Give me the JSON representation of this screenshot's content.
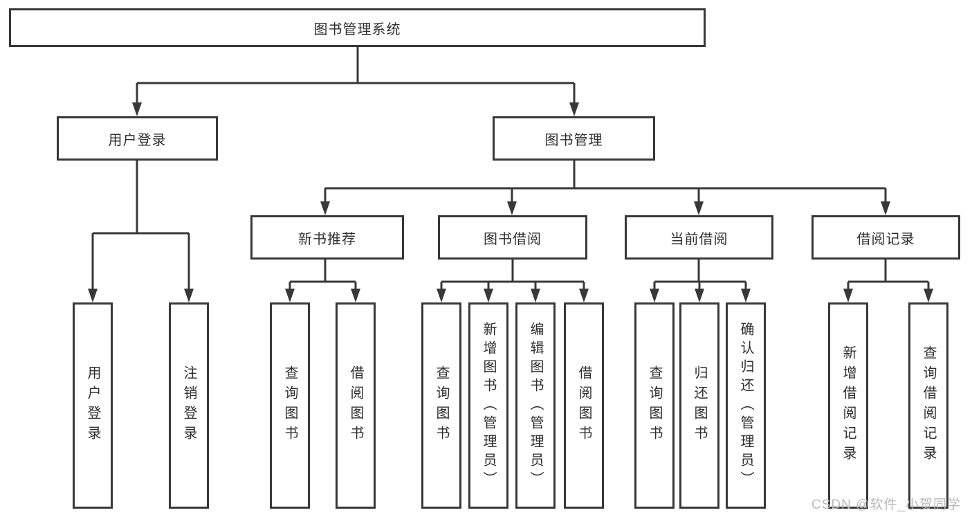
{
  "tree": {
    "label": "图书管理系统",
    "children": [
      {
        "label": "用户登录",
        "children": [
          {
            "label": "用户登录"
          },
          {
            "label": "注销登录"
          }
        ]
      },
      {
        "label": "图书管理",
        "children": [
          {
            "label": "新书推荐",
            "children": [
              {
                "label": "查询图书"
              },
              {
                "label": "借阅图书"
              }
            ]
          },
          {
            "label": "图书借阅",
            "children": [
              {
                "label": "查询图书"
              },
              {
                "label": "新增图书（管理员）"
              },
              {
                "label": "编辑图书（管理员）"
              },
              {
                "label": "借阅图书"
              }
            ]
          },
          {
            "label": "当前借阅",
            "children": [
              {
                "label": "查询图书"
              },
              {
                "label": "归还图书"
              },
              {
                "label": "确认归还（管理员）"
              }
            ]
          },
          {
            "label": "借阅记录",
            "children": [
              {
                "label": "新增借阅记录"
              },
              {
                "label": "查询借阅记录"
              }
            ]
          }
        ]
      }
    ]
  },
  "watermark": "CSDN @软件_小贺同学",
  "colors": {
    "line": "#383838",
    "box_border": "#383838",
    "text": "#2f2f2f",
    "watermark": "#b9b9b9",
    "background": "#ffffff"
  }
}
